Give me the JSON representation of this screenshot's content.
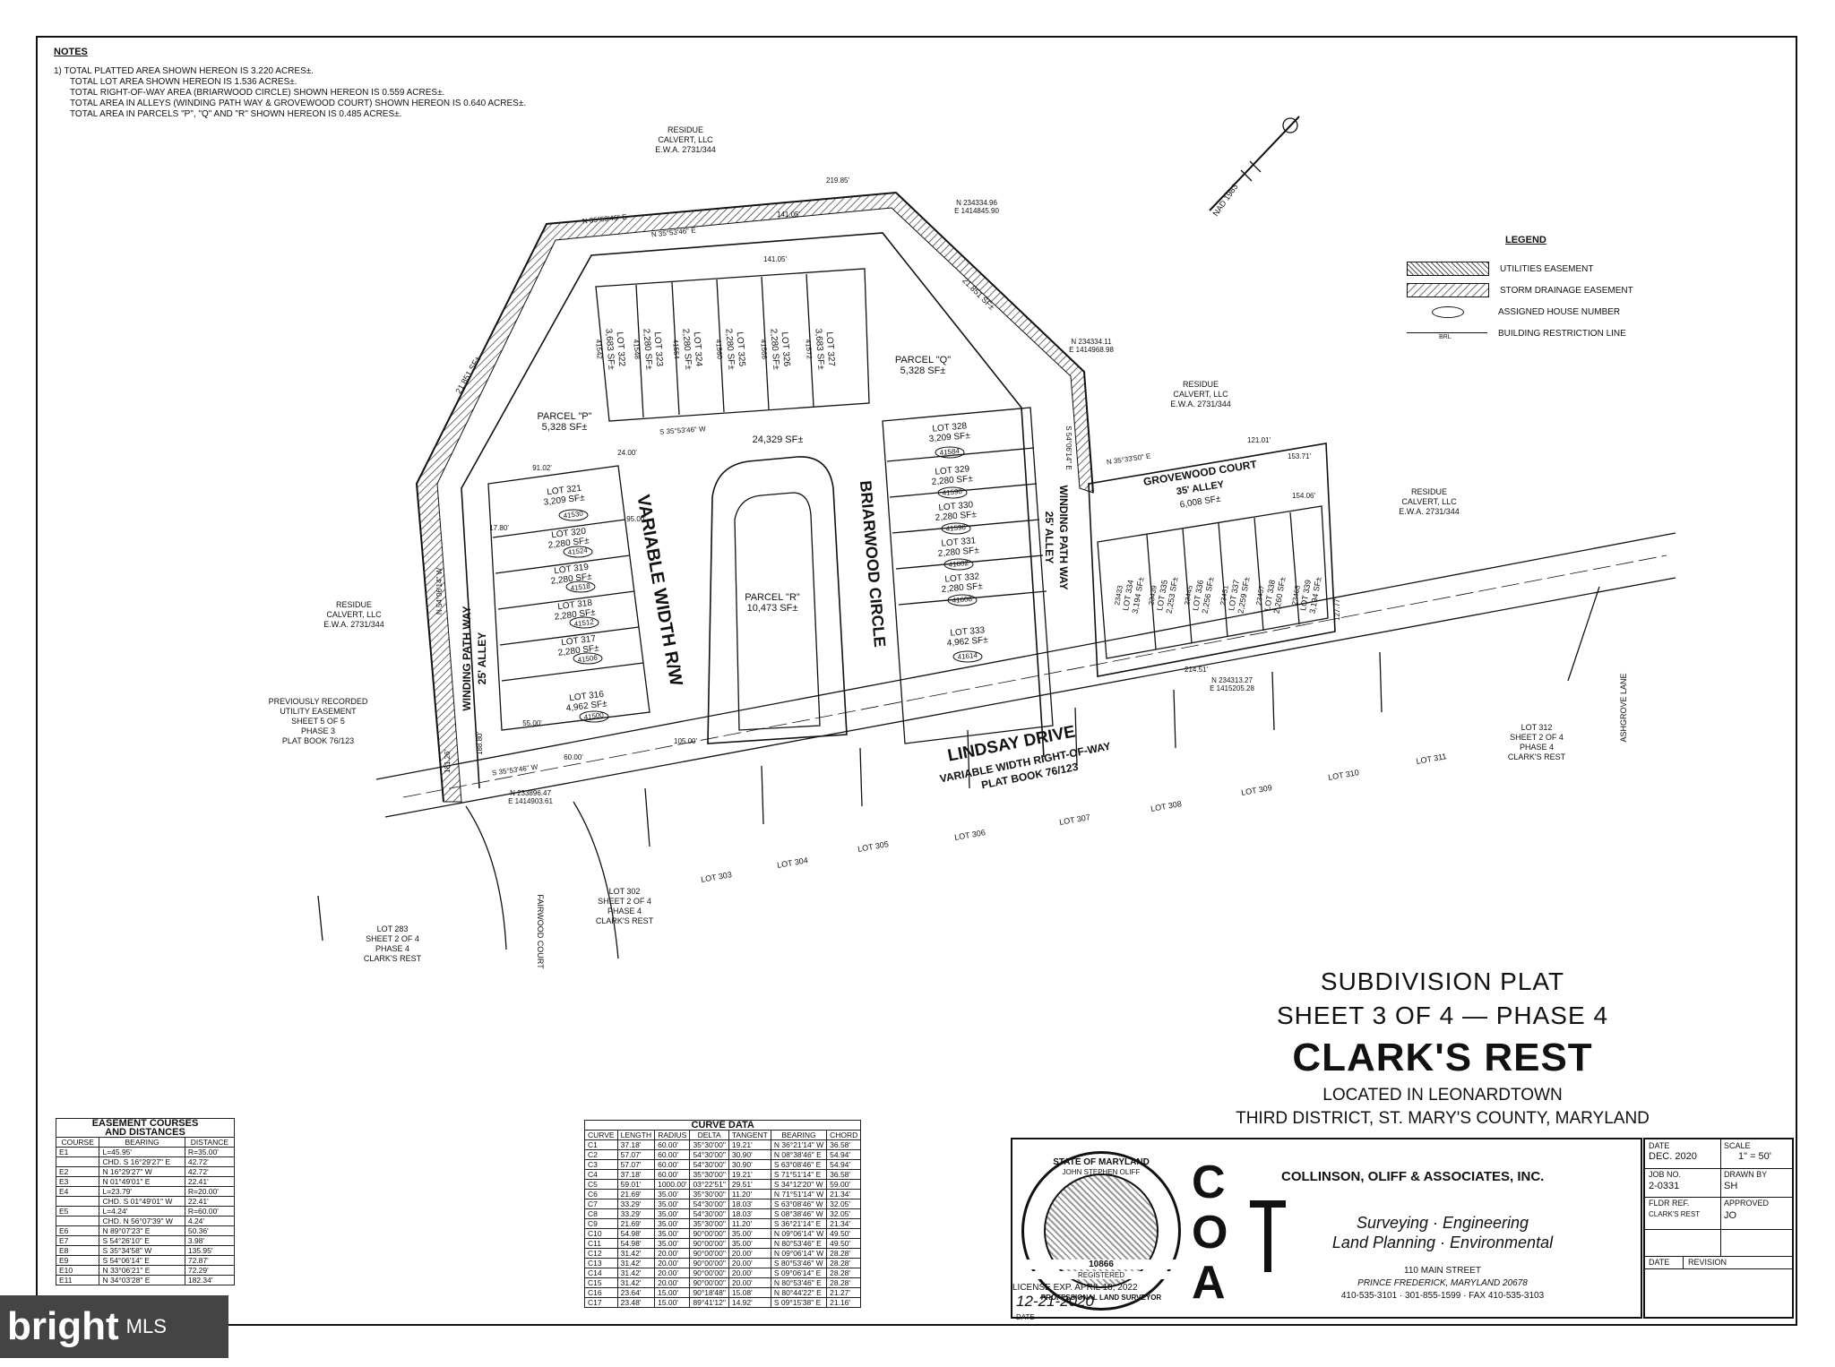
{
  "notes": {
    "heading": "NOTES",
    "lines": [
      "1)  TOTAL PLATTED AREA SHOWN HEREON IS 3.220 ACRES±.",
      "TOTAL LOT AREA SHOWN HEREON IS 1.536 ACRES±.",
      "TOTAL RIGHT-OF-WAY AREA (BRIARWOOD CIRCLE) SHOWN HEREON IS 0.559 ACRES±.",
      "TOTAL AREA IN ALLEYS (WINDING PATH WAY & GROVEWOOD COURT) SHOWN HEREON IS 0.640 ACRES±.",
      "TOTAL AREA IN PARCELS \"P\", \"Q\" AND \"R\" SHOWN HEREON IS 0.485 ACRES±."
    ]
  },
  "legend": {
    "title": "LEGEND",
    "items": [
      "UTILITIES EASEMENT",
      "STORM DRAINAGE EASEMENT",
      "ASSIGNED HOUSE NUMBER",
      "BUILDING RESTRICTION LINE"
    ],
    "brl": "BRL"
  },
  "map": {
    "residue_top": [
      "RESIDUE",
      "CALVERT, LLC",
      "E.W.A. 2731/344"
    ],
    "residue_left": [
      "RESIDUE",
      "CALVERT, LLC",
      "E.W.A. 2731/344"
    ],
    "residue_mid": [
      "RESIDUE",
      "CALVERT, LLC",
      "E.W.A. 2731/344"
    ],
    "residue_right": [
      "RESIDUE",
      "CALVERT, LLC",
      "E.W.A. 2731/344"
    ],
    "nad": "NAD 1983",
    "roads": {
      "variable_width": "VARIABLE WIDTH R/W",
      "briarwood": "BRIARWOOD CIRCLE",
      "winding_left": [
        "WINDING PATH WAY",
        "25' ALLEY"
      ],
      "winding_right": [
        "WINDING PATH WAY",
        "25' ALLEY"
      ],
      "grovewood": [
        "GROVEWOOD COURT",
        "35' ALLEY",
        "6,008 SF±"
      ],
      "lindsay": "LINDSAY DRIVE",
      "lindsay_sub": [
        "VARIABLE WIDTH RIGHT-OF-WAY",
        "PLAT BOOK 76/123"
      ],
      "ashgrove": "ASHGROVE LANE",
      "fairwood": "FAIRWOOD COURT"
    },
    "parcels": {
      "p": [
        "PARCEL \"P\"",
        "5,328 SF±"
      ],
      "q": [
        "PARCEL \"Q\"",
        "5,328 SF±"
      ],
      "r": [
        "PARCEL \"R\"",
        "10,473 SF±"
      ],
      "row": "24,329 SF±"
    },
    "prev_easement": [
      "PREVIOUSLY RECORDED",
      "UTILITY EASEMENT",
      "SHEET 5 OF 5",
      "PHASE 3",
      "PLAT BOOK 76/123"
    ],
    "coords": [
      "N 234334.96",
      "E 1414845.90",
      "N 234334.11",
      "E 1414968.98",
      "N 234313.27",
      "E 1415205.28",
      "N 233896.47",
      "E 1414903.61"
    ],
    "bearings": [
      "N 35°53'46\" E",
      "N 35°53'46\" E",
      "S 35°53'46\" W",
      "S 35°53'46\" W",
      "N 54°06'14\" W",
      "S 54°06'14\" E",
      "N 35°33'50\" E"
    ],
    "dims": [
      "219.85'",
      "141.05'",
      "141.05'",
      "91.02'",
      "24.00'",
      "95.00'",
      "17.80'",
      "55.00'",
      "60.00'",
      "105.00'",
      "121.01'",
      "153.71'",
      "154.06'",
      "127.77'",
      "214.51'",
      "188.80'",
      "181.26'",
      "21.851 SF±",
      "21.851 SF±"
    ],
    "left_lots": [
      {
        "lot": "LOT 321",
        "area": "3,209 SF±",
        "house": "41530"
      },
      {
        "lot": "LOT 320",
        "area": "2,280 SF±",
        "house": "41524"
      },
      {
        "lot": "LOT 319",
        "area": "2,280 SF±",
        "house": "41518"
      },
      {
        "lot": "LOT 318",
        "area": "2,280 SF±",
        "house": "41512"
      },
      {
        "lot": "LOT 317",
        "area": "2,280 SF±",
        "house": "41506"
      },
      {
        "lot": "LOT 316",
        "area": "4,962 SF±",
        "house": "41500"
      }
    ],
    "top_lots": [
      {
        "lot": "LOT 322",
        "area": "3,683 SF±",
        "house": "41542"
      },
      {
        "lot": "LOT 323",
        "area": "2,280 SF±",
        "house": "41548"
      },
      {
        "lot": "LOT 324",
        "area": "2,280 SF±",
        "house": "41554"
      },
      {
        "lot": "LOT 325",
        "area": "2,280 SF±",
        "house": "41560"
      },
      {
        "lot": "LOT 326",
        "area": "2,280 SF±",
        "house": "41566"
      },
      {
        "lot": "LOT 327",
        "area": "3,683 SF±",
        "house": "41572"
      }
    ],
    "right_lots": [
      {
        "lot": "LOT 328",
        "area": "3,209 SF±",
        "house": "41584"
      },
      {
        "lot": "LOT 329",
        "area": "2,280 SF±",
        "house": "41590"
      },
      {
        "lot": "LOT 330",
        "area": "2,280 SF±",
        "house": "41596"
      },
      {
        "lot": "LOT 331",
        "area": "2,280 SF±",
        "house": "41602"
      },
      {
        "lot": "LOT 332",
        "area": "2,280 SF±",
        "house": "41608"
      },
      {
        "lot": "LOT 333",
        "area": "4,962 SF±",
        "house": "41614"
      }
    ],
    "grove_lots": [
      {
        "lot": "LOT 334",
        "area": "3,194 SF±",
        "house": "23433"
      },
      {
        "lot": "LOT 335",
        "area": "2,253 SF±",
        "house": "23439"
      },
      {
        "lot": "LOT 336",
        "area": "2,256 SF±",
        "house": "23445"
      },
      {
        "lot": "LOT 337",
        "area": "2,259 SF±",
        "house": "23451"
      },
      {
        "lot": "LOT 338",
        "area": "2,260 SF±",
        "house": "23457"
      },
      {
        "lot": "LOT 339",
        "area": "3,194 SF±",
        "house": "23463"
      }
    ],
    "south_lots": [
      "LOT 303",
      "LOT 304",
      "LOT 305",
      "LOT 306",
      "LOT 307",
      "LOT 308",
      "LOT 309",
      "LOT 310",
      "LOT 311"
    ],
    "lot302": [
      "LOT 302",
      "SHEET 2 OF 4",
      "PHASE 4",
      "CLARK'S REST"
    ],
    "lot283": [
      "LOT 283",
      "SHEET 2 OF 4",
      "PHASE 4",
      "CLARK'S REST"
    ],
    "lot312": [
      "LOT 312",
      "SHEET 2 OF 4",
      "PHASE 4",
      "CLARK'S REST"
    ]
  },
  "title": {
    "line1": "SUBDIVISION PLAT",
    "line2": "SHEET 3 OF 4 — PHASE 4",
    "line3": "CLARK'S REST",
    "line4": "LOCATED IN LEONARDTOWN",
    "line5": "THIRD DISTRICT, ST. MARY'S COUNTY, MARYLAND"
  },
  "easement_table": {
    "caption": [
      "EASEMENT COURSES",
      "AND DISTANCES"
    ],
    "headers": [
      "COURSE",
      "BEARING",
      "DISTANCE"
    ],
    "rows": [
      [
        "E1",
        "L=45.95'",
        "R=35.00'"
      ],
      [
        "",
        "CHD. S 16°29'27\" E",
        "42.72'"
      ],
      [
        "E2",
        "N 16°29'27\" W",
        "42.72'"
      ],
      [
        "E3",
        "N 01°49'01\" E",
        "22.41'"
      ],
      [
        "E4",
        "L=23.79'",
        "R=20.00'"
      ],
      [
        "",
        "CHD. S 01°49'01\" W",
        "22.41'"
      ],
      [
        "E5",
        "L=4.24'",
        "R=60.00'"
      ],
      [
        "",
        "CHD. N 56°07'39\" W",
        "4.24'"
      ],
      [
        "E6",
        "N 89°07'23\" E",
        "50.36'"
      ],
      [
        "E7",
        "S 54°26'10\" E",
        "3.98'"
      ],
      [
        "E8",
        "S 35°34'58\" W",
        "135.95'"
      ],
      [
        "E9",
        "S 54°06'14\" E",
        "72.87'"
      ],
      [
        "E10",
        "N 33°06'21\" E",
        "72.29'"
      ],
      [
        "E11",
        "N 34°03'28\" E",
        "182.34'"
      ]
    ]
  },
  "curve_table": {
    "caption": "CURVE DATA",
    "headers": [
      "CURVE",
      "LENGTH",
      "RADIUS",
      "DELTA",
      "TANGENT",
      "BEARING",
      "CHORD"
    ],
    "rows": [
      [
        "C1",
        "37.18'",
        "60.00'",
        "35°30'00\"",
        "19.21'",
        "N 36°21'14\" W",
        "36.58'"
      ],
      [
        "C2",
        "57.07'",
        "60.00'",
        "54°30'00\"",
        "30.90'",
        "N 08°38'46\" E",
        "54.94'"
      ],
      [
        "C3",
        "57.07'",
        "60.00'",
        "54°30'00\"",
        "30.90'",
        "S 63°08'46\" E",
        "54.94'"
      ],
      [
        "C4",
        "37.18'",
        "60.00'",
        "35°30'00\"",
        "19.21'",
        "S 71°51'14\" E",
        "36.58'"
      ],
      [
        "C5",
        "59.01'",
        "1000.00'",
        "03°22'51\"",
        "29.51'",
        "S 34°12'20\" W",
        "59.00'"
      ],
      [
        "C6",
        "21.69'",
        "35.00'",
        "35°30'00\"",
        "11.20'",
        "N 71°51'14\" W",
        "21.34'"
      ],
      [
        "C7",
        "33.29'",
        "35.00'",
        "54°30'00\"",
        "18.03'",
        "S 63°08'46\" W",
        "32.05'"
      ],
      [
        "C8",
        "33.29'",
        "35.00'",
        "54°30'00\"",
        "18.03'",
        "S 08°38'46\" W",
        "32.05'"
      ],
      [
        "C9",
        "21.69'",
        "35.00'",
        "35°30'00\"",
        "11.20'",
        "S 36°21'14\" E",
        "21.34'"
      ],
      [
        "C10",
        "54.98'",
        "35.00'",
        "90°00'00\"",
        "35.00'",
        "N 09°06'14\" W",
        "49.50'"
      ],
      [
        "C11",
        "54.98'",
        "35.00'",
        "90°00'00\"",
        "35.00'",
        "N 80°53'46\" E",
        "49.50'"
      ],
      [
        "C12",
        "31.42'",
        "20.00'",
        "90°00'00\"",
        "20.00'",
        "N 09°06'14\" W",
        "28.28'"
      ],
      [
        "C13",
        "31.42'",
        "20.00'",
        "90°00'00\"",
        "20.00'",
        "S 80°53'46\" W",
        "28.28'"
      ],
      [
        "C14",
        "31.42'",
        "20.00'",
        "90°00'00\"",
        "20.00'",
        "S 09°06'14\" E",
        "28.28'"
      ],
      [
        "C15",
        "31.42'",
        "20.00'",
        "90°00'00\"",
        "20.00'",
        "N 80°53'46\" E",
        "28.28'"
      ],
      [
        "C16",
        "23.64'",
        "15.00'",
        "90°18'48\"",
        "15.08'",
        "N 80°44'22\" E",
        "21.27'"
      ],
      [
        "C17",
        "23.48'",
        "15.00'",
        "89°41'12\"",
        "14.92'",
        "S 09°15'38\" E",
        "21.16'"
      ]
    ]
  },
  "firm": {
    "letters": [
      "C",
      "O",
      "A"
    ],
    "name": "COLLINSON, OLIFF & ASSOCIATES, INC.",
    "services1": "Surveying · Engineering",
    "services2": "Land Planning · Environmental",
    "address1": "110 MAIN STREET",
    "address2": "PRINCE FREDERICK, MARYLAND 20678",
    "phones": "410-535-3101  ·  301-855-1599  ·  FAX 410-535-3103",
    "seal_top": "STATE OF MARYLAND",
    "seal_name": "JOHN STEPHEN OLIFF",
    "seal_no": "10866",
    "seal_reg": "REGISTERED",
    "seal_bottom": "PROFESSIONAL LAND SURVEYOR",
    "license": "LICENSE EXP. APRIL 18, 2022",
    "signed_date": "12-21-2020",
    "date_label": "DATE"
  },
  "side": {
    "date_label": "DATE",
    "date": "DEC. 2020",
    "scale_label": "SCALE",
    "scale": "1\" = 50'",
    "job_label": "JOB NO.",
    "job": "2-0331",
    "drawn_label": "DRAWN BY",
    "drawn": "SH",
    "fldr_label": "FLDR REF.",
    "fldr": "CLARK'S REST",
    "approved_label": "APPROVED",
    "approved": "JO",
    "rev_date": "DATE",
    "revision": "REVISION"
  },
  "watermark": {
    "brand": "bright",
    "suffix": "MLS"
  }
}
